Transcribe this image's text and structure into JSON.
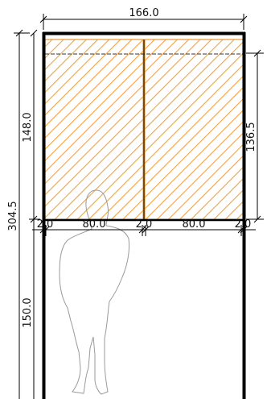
{
  "dimensions": {
    "overall_width": "166.0",
    "overall_height": "304.5",
    "upper_height": "148.0",
    "lower_height": "150.0",
    "right_height": "136.5",
    "left_gap": "2.0",
    "panel_left_width": "80.0",
    "center_gap": "2.0",
    "panel_right_width": "80.0",
    "right_gap": "2.0"
  },
  "colors": {
    "hatch": "#f5a040",
    "hatch_outline": "#e8952e",
    "frame": "#000000",
    "dimension_line": "#000000",
    "figure_outline": "#9a9a9a"
  }
}
